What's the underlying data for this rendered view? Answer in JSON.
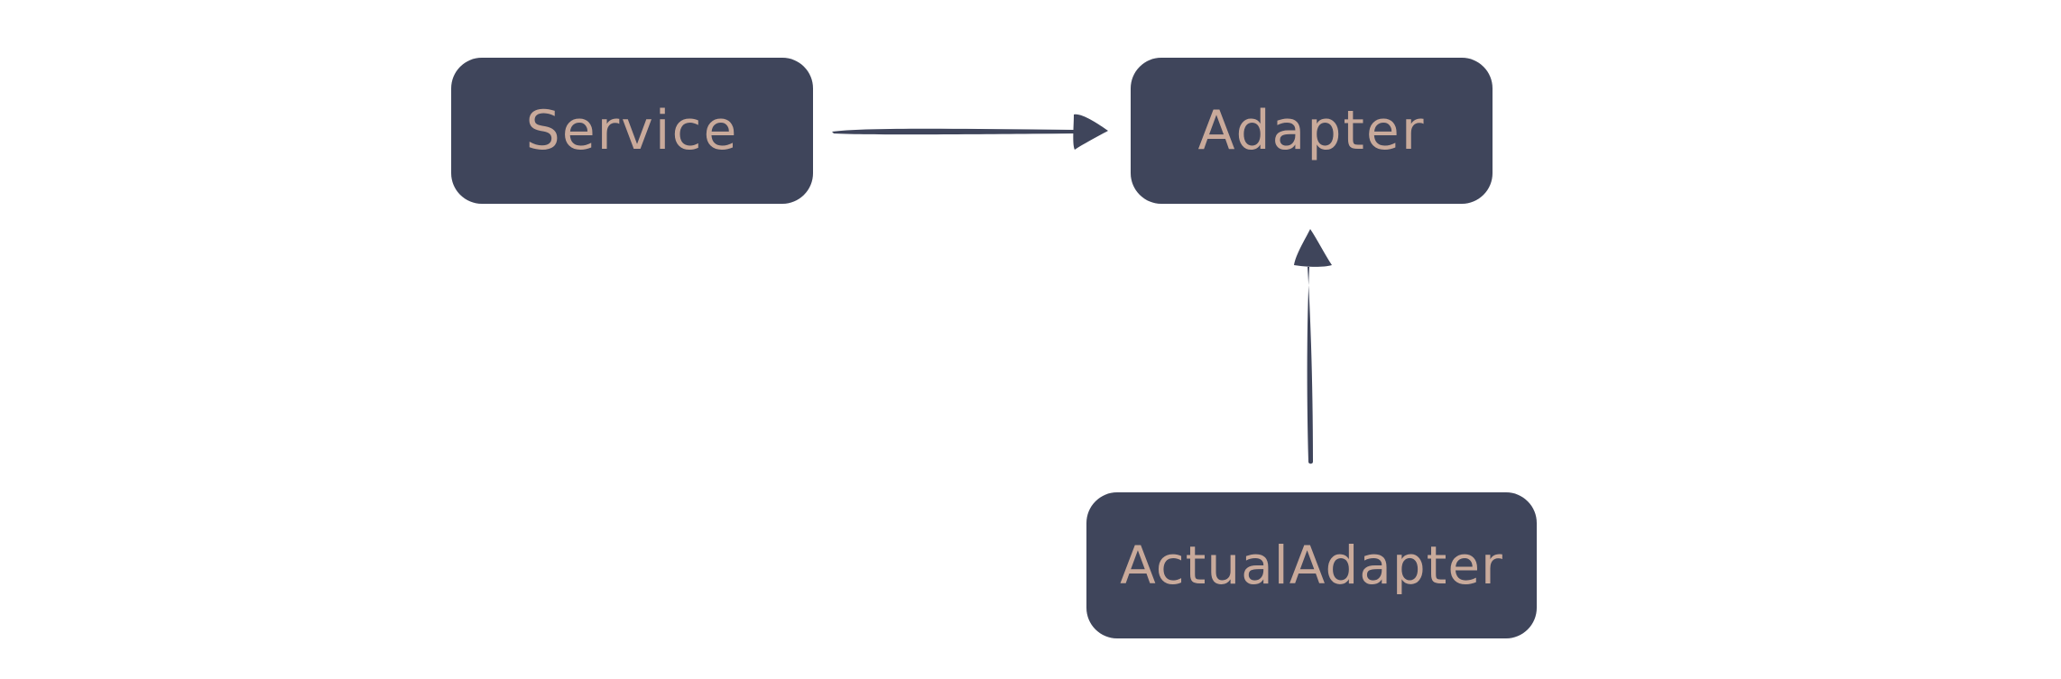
{
  "diagram": {
    "nodes": {
      "service": {
        "label": "Service"
      },
      "adapter": {
        "label": "Adapter"
      },
      "actual_adapter": {
        "label": "ActualAdapter"
      }
    },
    "edges": [
      {
        "from": "Service",
        "to": "Adapter"
      },
      {
        "from": "ActualAdapter",
        "to": "Adapter"
      }
    ]
  },
  "colors": {
    "node_fill": "#3f455b",
    "node_text": "#c9aa9b",
    "edge_stroke": "#3f455b",
    "background": "#ffffff"
  }
}
